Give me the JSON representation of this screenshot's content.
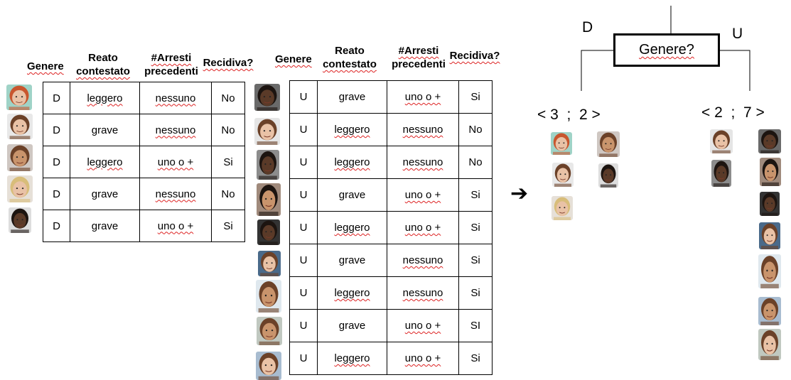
{
  "headers": {
    "genere": "Genere",
    "reato_1": "Reato",
    "reato_2": "contestato",
    "arresti_1": "#Arresti",
    "arresti_2": "precedenti",
    "recidiva": "Recidiva?"
  },
  "table_d": {
    "rows": [
      [
        "D",
        "leggero",
        "nessuno",
        "No"
      ],
      [
        "D",
        "grave",
        "nessuno",
        "No"
      ],
      [
        "D",
        "leggero",
        "uno o  +",
        "Si"
      ],
      [
        "D",
        "grave",
        "nessuno",
        "No"
      ],
      [
        "D",
        "grave",
        "uno o  +",
        "Si"
      ]
    ]
  },
  "table_u": {
    "rows": [
      [
        "U",
        "grave",
        "uno o  +",
        "Si"
      ],
      [
        "U",
        "leggero",
        "nessuno",
        "No"
      ],
      [
        "U",
        "leggero",
        "nessuno",
        "No"
      ],
      [
        "U",
        "grave",
        "uno o  +",
        "Si"
      ],
      [
        "U",
        "leggero",
        "uno o  +",
        "Si"
      ],
      [
        "U",
        "grave",
        "nessuno",
        "Si"
      ],
      [
        "U",
        "leggero",
        "nessuno",
        "Si"
      ],
      [
        "U",
        "grave",
        "uno o  +",
        "SI"
      ],
      [
        "U",
        "leggero",
        "uno o  +",
        "Si"
      ]
    ]
  },
  "arrow": "➔",
  "tree": {
    "root": "Genere?",
    "left_edge": "D",
    "right_edge": "U",
    "left_count": "< 3  ;  2 >",
    "right_count": "< 2  ;  7 >"
  },
  "colors": {
    "squiggle": "#d22",
    "border": "#000000"
  },
  "face_colors": {
    "skin_light": "#e9c2a6",
    "skin_mid": "#c9946c",
    "skin_dark": "#5a3a28",
    "hair_red": "#c8562e",
    "hair_brown": "#6b4128",
    "hair_blond": "#d8bd7a",
    "hair_black": "#1c1410"
  }
}
